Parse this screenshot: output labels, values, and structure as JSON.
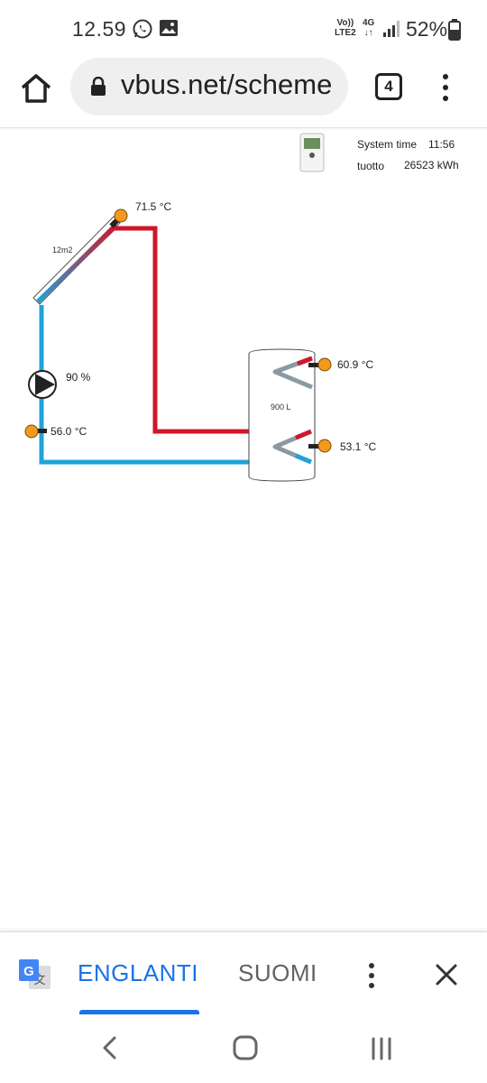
{
  "status_bar": {
    "time": "12.59",
    "icons": [
      "whatsapp-icon",
      "gallery-icon",
      "volte-icon",
      "4g-icon",
      "signal-icon",
      "battery-icon"
    ],
    "volte_top": "Vo))",
    "volte_bottom": "LTE2",
    "net_top": "4G",
    "net_bottom": "↓↑",
    "battery": "52%"
  },
  "browser": {
    "url": "vbus.net/scheme",
    "tab_count": "4",
    "icons": [
      "home-icon",
      "lock-icon",
      "tabs-icon",
      "overflow-menu-icon"
    ]
  },
  "scheme": {
    "system_time_label": "System time",
    "system_time_value": "11:56",
    "yield_label": "tuotto",
    "yield_value": "26523 kWh",
    "collector_area": "12m2",
    "collector_temp": "71.5 °C",
    "pump_speed": "90 %",
    "return_temp": "56.0 °C",
    "tank_volume": "900 L",
    "tank_top_temp": "60.9 °C",
    "tank_bottom_temp": "53.1 °C",
    "colors": {
      "hot": "#d0172b",
      "cold": "#1fa3d8",
      "sensor": "#f39a1e"
    }
  },
  "translate_bar": {
    "source_lang": "ENGLANTI",
    "target_lang": "SUOMI",
    "icons": [
      "google-translate-icon",
      "more-vert-icon",
      "close-icon"
    ]
  },
  "navbar": {
    "icons": [
      "back-icon",
      "home-nav-icon",
      "recent-apps-icon"
    ]
  }
}
